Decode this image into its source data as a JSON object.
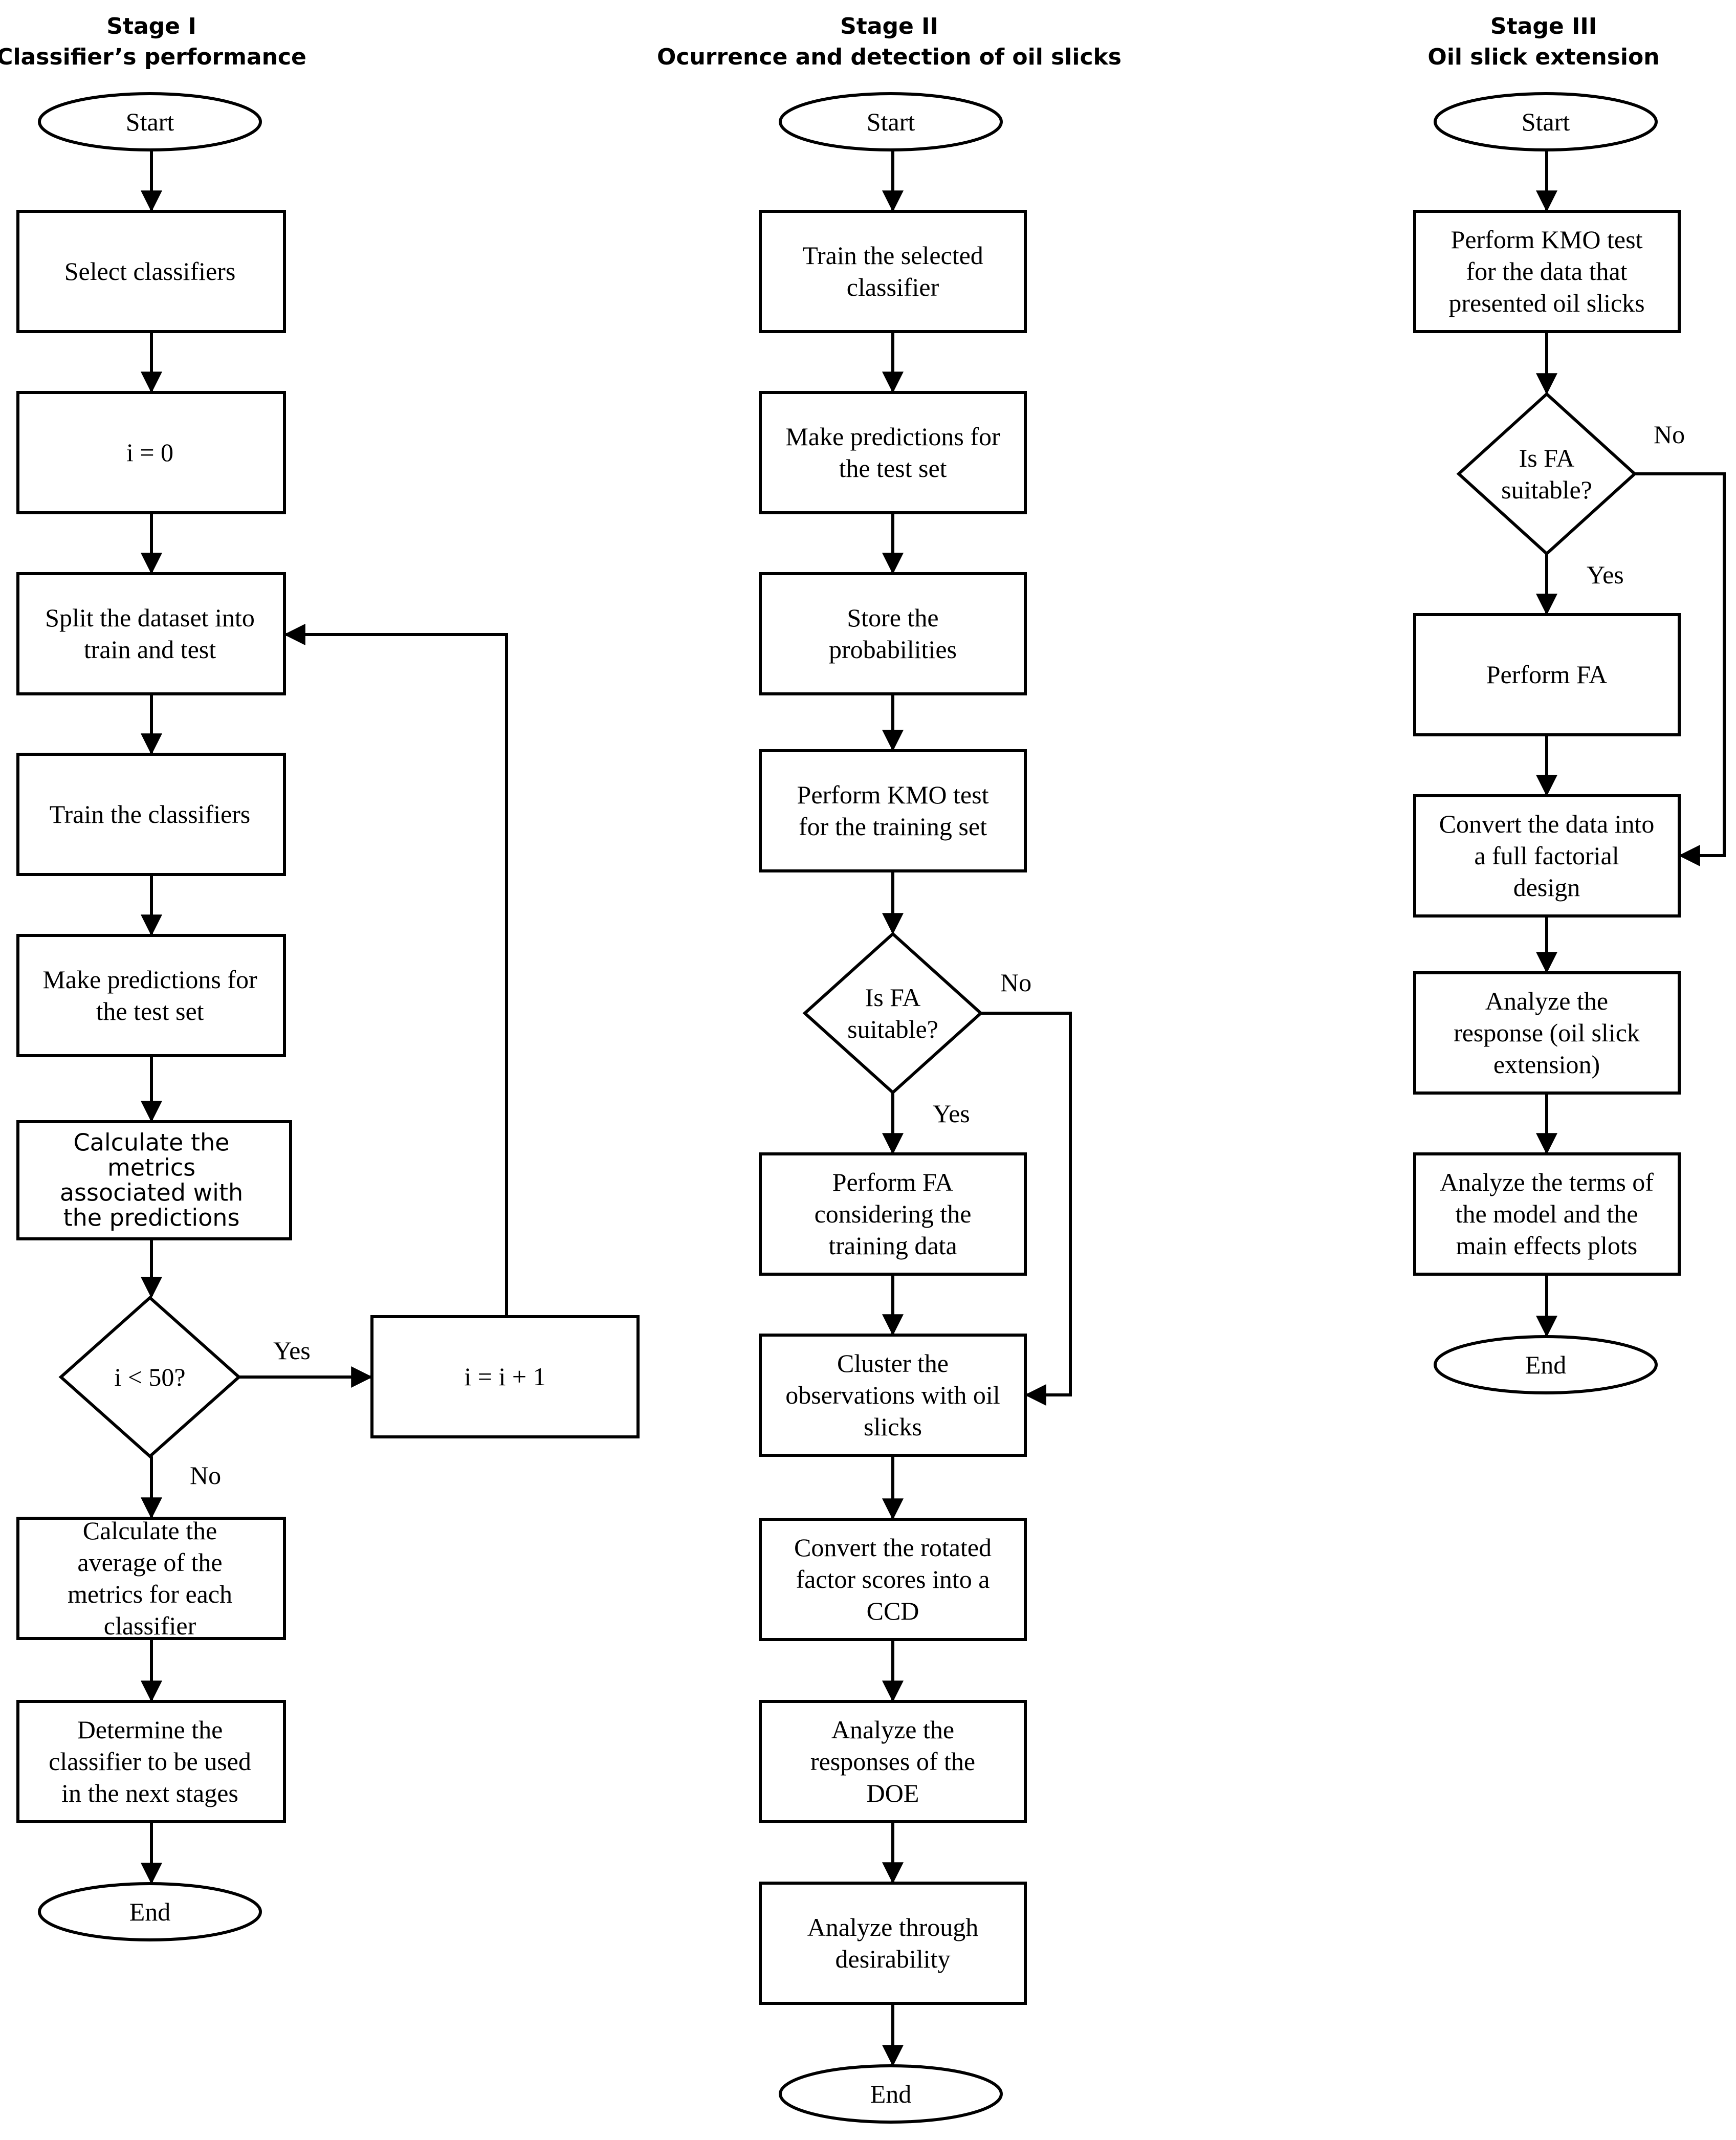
{
  "stages": [
    {
      "title": "Stage I",
      "subtitle": "Classifier’s performance",
      "nodes": {
        "s1_start": [
          "Start"
        ],
        "s1_select": [
          "Select classifiers"
        ],
        "s1_i0": [
          "i = 0"
        ],
        "s1_split": [
          "Split the dataset into",
          "train and test"
        ],
        "s1_train": [
          "Train the classifiers"
        ],
        "s1_predict": [
          "Make predictions for",
          "the test set"
        ],
        "s1_metrics": [
          "Calculate the",
          "metrics",
          "associated with",
          "the predictions"
        ],
        "s1_decision": [
          "i < 50?"
        ],
        "s1_inc": [
          "i = i + 1"
        ],
        "s1_average": [
          "Calculate the",
          "average of the",
          "metrics for each",
          "classifier"
        ],
        "s1_determine": [
          "Determine the",
          "classifier to be used",
          "in the next stages"
        ],
        "s1_end": [
          "End"
        ]
      },
      "branch_labels": {
        "yes": "Yes",
        "no": "No"
      }
    },
    {
      "title": "Stage II",
      "subtitle": "Ocurrence and detection of oil slicks",
      "nodes": {
        "s2_start": [
          "Start"
        ],
        "s2_train": [
          "Train the selected",
          "classifier"
        ],
        "s2_predict": [
          "Make predictions for",
          "the test set"
        ],
        "s2_store": [
          "Store the",
          "probabilities"
        ],
        "s2_kmo": [
          "Perform KMO test",
          "for the training set"
        ],
        "s2_decision": [
          "Is FA",
          "suitable?"
        ],
        "s2_fa": [
          "Perform FA",
          "considering the",
          "training data"
        ],
        "s2_cluster": [
          "Cluster the",
          "observations with oil",
          "slicks"
        ],
        "s2_convert": [
          "Convert the rotated",
          "factor scores into a",
          "CCD"
        ],
        "s2_analyze": [
          "Analyze the",
          "responses of the",
          "DOE"
        ],
        "s2_desirability": [
          "Analyze through",
          "desirability"
        ],
        "s2_end": [
          "End"
        ]
      },
      "branch_labels": {
        "yes": "Yes",
        "no": "No"
      }
    },
    {
      "title": "Stage III",
      "subtitle": "Oil slick extension",
      "nodes": {
        "s3_start": [
          "Start"
        ],
        "s3_kmo": [
          "Perform KMO test",
          "for the data that",
          "presented oil slicks"
        ],
        "s3_decision": [
          "Is FA",
          "suitable?"
        ],
        "s3_fa": [
          "Perform FA"
        ],
        "s3_convert": [
          "Convert the data into",
          "a full factorial",
          "design"
        ],
        "s3_response": [
          "Analyze the",
          "response (oil slick",
          "extension)"
        ],
        "s3_terms": [
          "Analyze the terms of",
          "the model and the",
          "main effects plots"
        ],
        "s3_end": [
          "End"
        ]
      },
      "branch_labels": {
        "yes": "Yes",
        "no": "No"
      }
    }
  ],
  "colors": {
    "stroke": "#000000",
    "fill": "#ffffff",
    "text": "#000000"
  }
}
